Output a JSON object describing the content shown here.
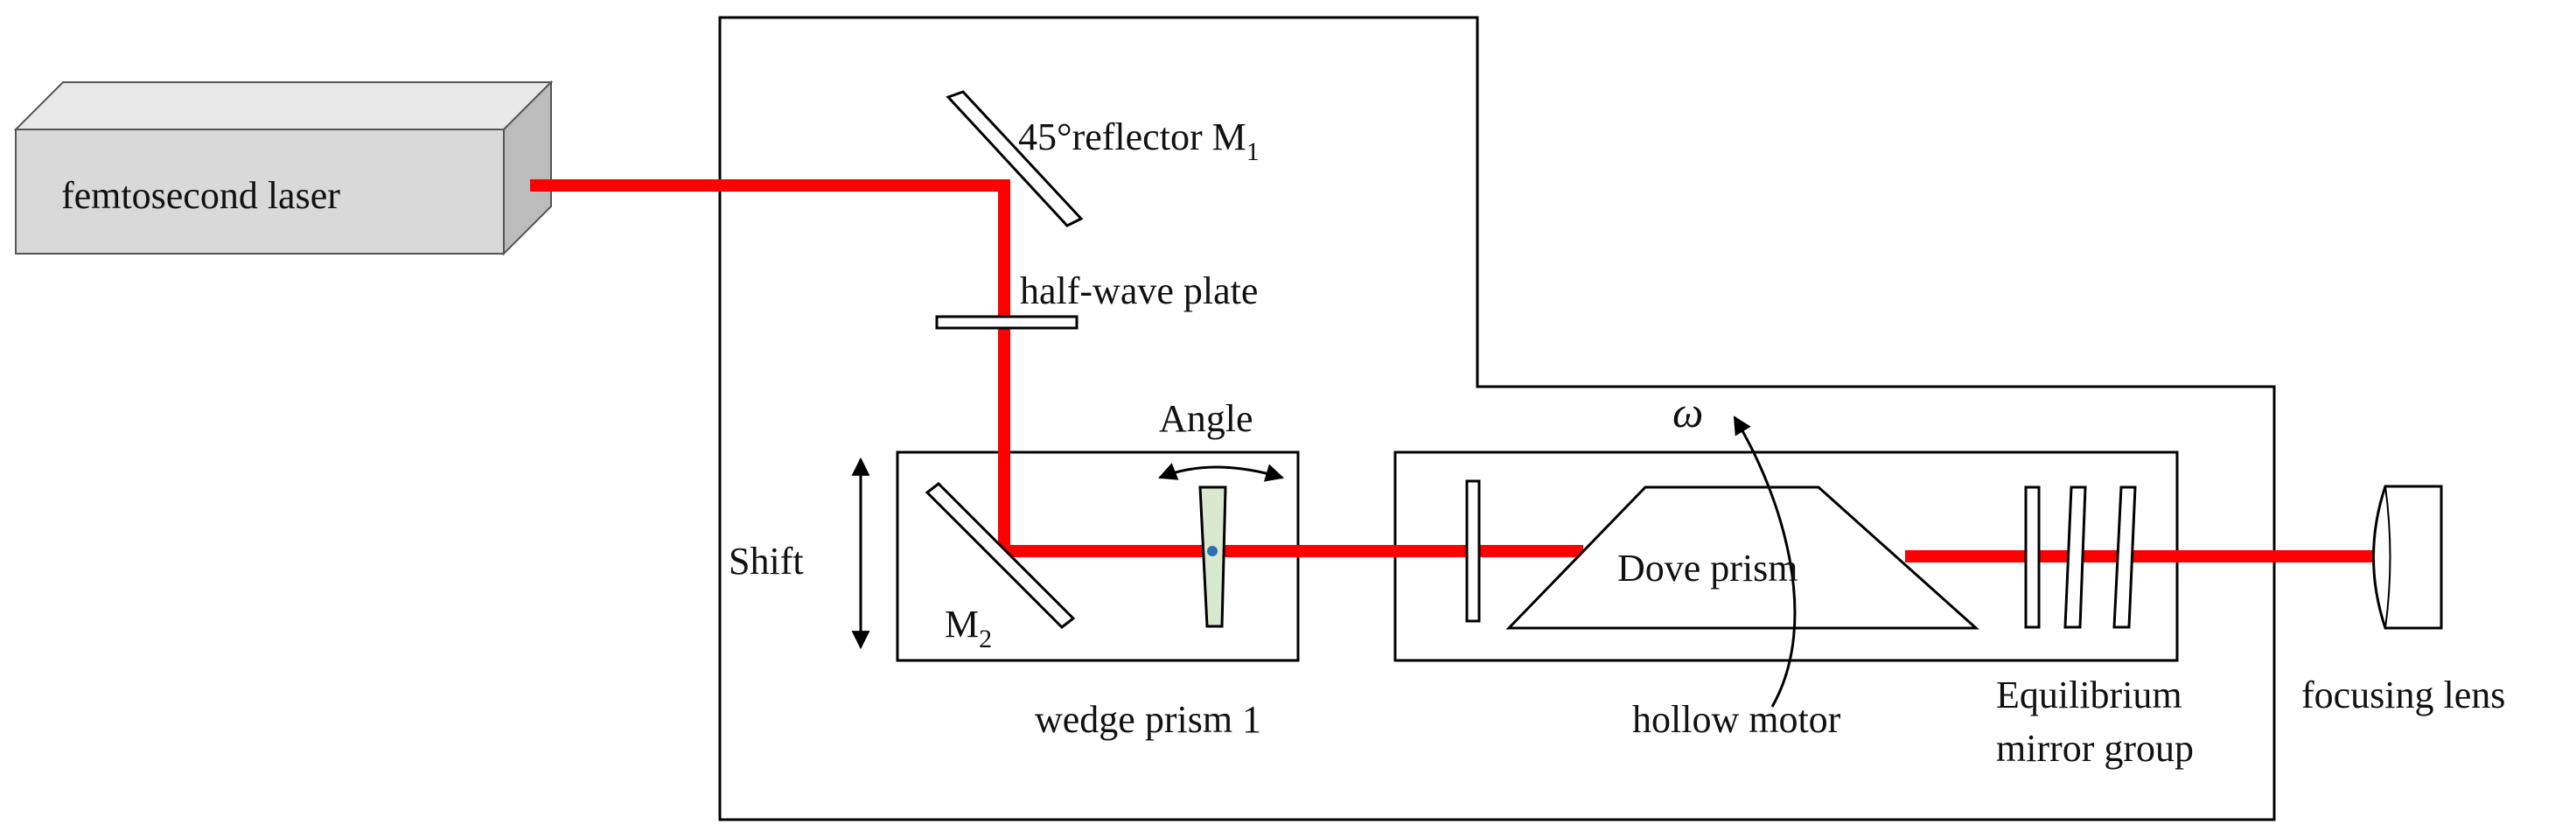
{
  "colors": {
    "beam": "#ff0000",
    "outline": "#000000",
    "laser_box_face": "#d9d9d9",
    "laser_box_top": "#e8e8e8",
    "laser_box_side": "#bcbcbc",
    "wedge_fill": "#d8e9d0",
    "beam_dot": "#2f6fb0"
  },
  "labels": {
    "laser": "femtosecond laser",
    "reflector_main": "45°reflector M",
    "reflector_sub": "1",
    "half_wave_plate": "half-wave plate",
    "angle": "Angle",
    "shift": "Shift",
    "m2_main": "M",
    "m2_sub": "2",
    "wedge_prism": "wedge prism 1",
    "omega": "ω",
    "dove_prism": "Dove prism",
    "hollow_motor": "hollow motor",
    "equilibrium_line1": "Equilibrium",
    "equilibrium_line2": "mirror group",
    "focusing_lens": "focusing lens"
  },
  "icons": {
    "angle_arrow": "double-headed-curved-arrow-icon",
    "shift_arrow": "double-headed-vertical-arrow-icon",
    "rotation_arrow": "curved-rotation-arrow-icon"
  }
}
